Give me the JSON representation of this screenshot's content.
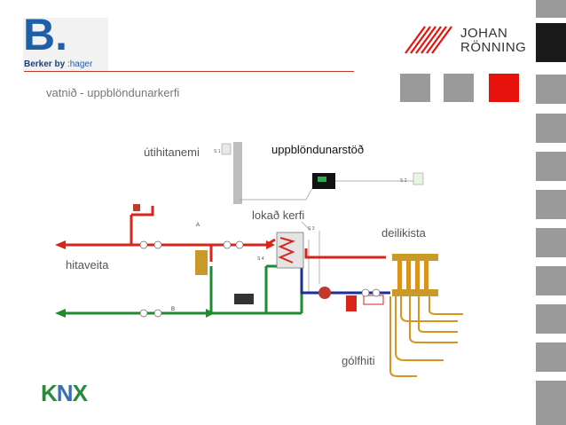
{
  "header": {
    "berker_logo_letter": "B.",
    "berker_brand": "Berker",
    "berker_by": "by",
    "berker_hager": ":hager",
    "johan_line1": "JOHAN",
    "johan_line2": "RÖNNING"
  },
  "subtitle": "vatnið - uppblöndunarkerfi",
  "labels": {
    "outdoor_sensor": "útihitanemi",
    "mixing_station": "uppblöndunarstöð",
    "closed_system": "lokað kerfi",
    "manifold": "deilikista",
    "district_heating": "hitaveita",
    "floor_heating": "gólfhiti"
  },
  "diagram_marks": {
    "s1": "S 1",
    "s2": "S 2",
    "s3": "S 3",
    "s4": "S 4",
    "valve_a": "A",
    "valve_b": "B"
  },
  "footer": {
    "knx_k": "K",
    "knx_n": "N",
    "knx_x": "X"
  },
  "colors": {
    "accent_red": "#e8120d",
    "supply_red": "#d9241a",
    "return_green": "#1f8a2e",
    "mixed_blue": "#1c2e9a",
    "floor_orange": "#d9941f",
    "tile_grey": "#9a9a9a"
  }
}
